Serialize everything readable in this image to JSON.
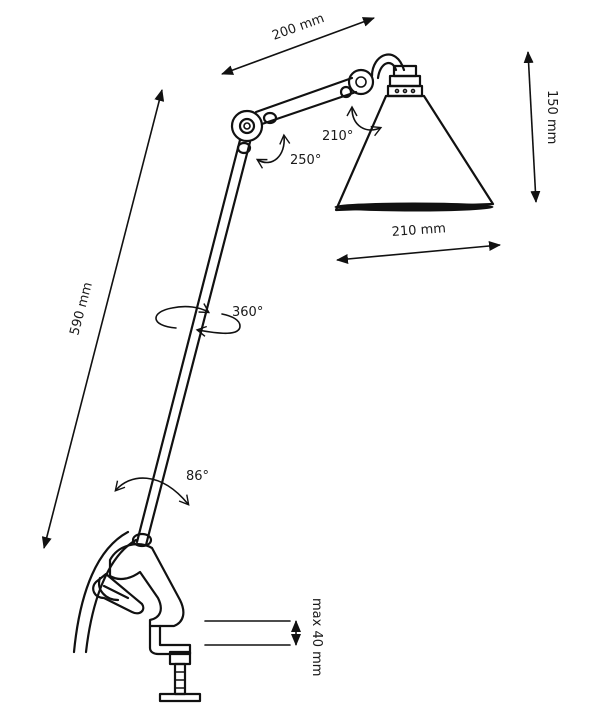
{
  "labels": {
    "arm_length": "200 mm",
    "shade_height": "150 mm",
    "shade_width": "210 mm",
    "stem_length": "590 mm",
    "clamp_max": "max 40 mm",
    "angle_shade": "210°",
    "angle_elbow": "250°",
    "angle_rotation": "360°",
    "angle_base": "86°"
  }
}
